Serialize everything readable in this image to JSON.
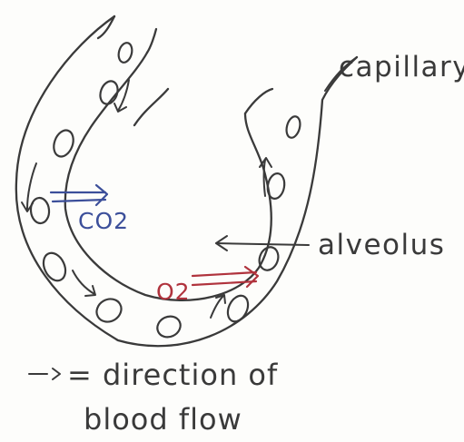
{
  "labels": {
    "capillary": "capillary",
    "alveolus": "alveolus",
    "co2": "CO2",
    "o2": "O2",
    "legend_line1": "= direction of",
    "legend_line2": "blood flow"
  },
  "colors": {
    "ink": "#3a3a3a",
    "co2": "#3c4f9a",
    "o2": "#b0333d"
  }
}
